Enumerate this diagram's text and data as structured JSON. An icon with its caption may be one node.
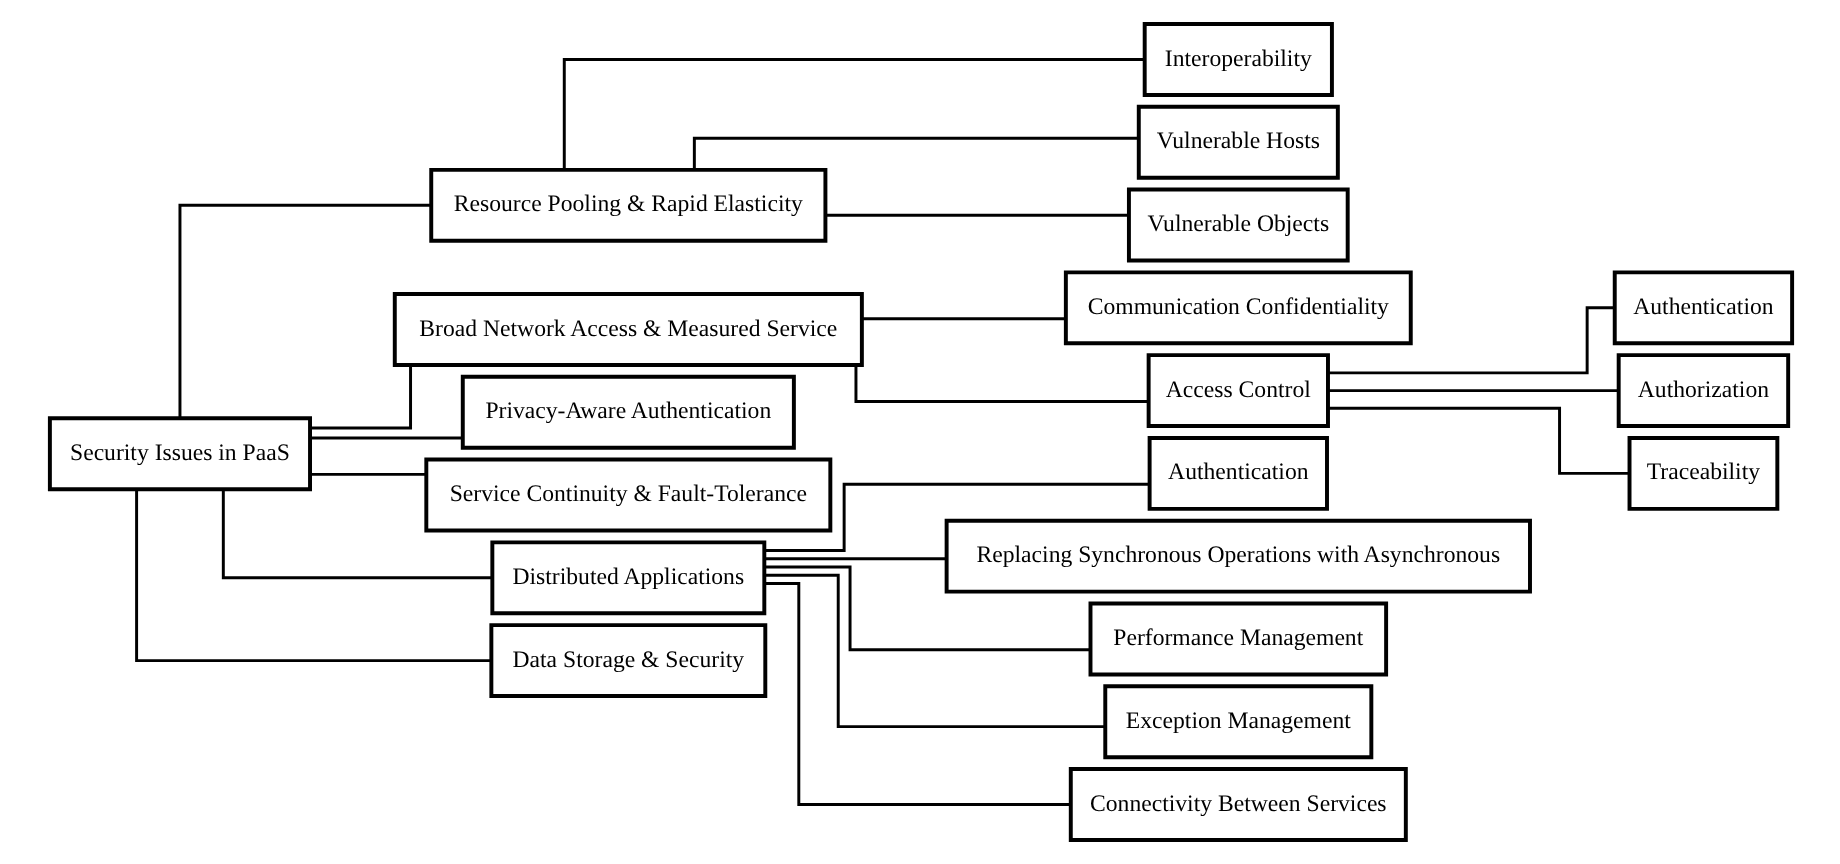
{
  "diagram": {
    "nodes": [
      {
        "text": [
          "Security Issues in PaaS"
        ]
      },
      {
        "text": [
          "Resource Pooling & Rapid Elasticity"
        ]
      },
      {
        "text": [
          "Broad Network Access & Measured Service"
        ]
      },
      {
        "text": [
          "Privacy-Aware Authentication"
        ]
      },
      {
        "text": [
          "Service Continuity & Fault-Tolerance"
        ]
      },
      {
        "text": [
          "Distributed Applications"
        ]
      },
      {
        "text": [
          "Data Storage & Security"
        ]
      },
      {
        "text": [
          "Interoperability"
        ]
      },
      {
        "text": [
          "Vulnerable Hosts"
        ]
      },
      {
        "text": [
          "Vulnerable Objects"
        ]
      },
      {
        "text": [
          "Communication Confidentiality"
        ]
      },
      {
        "text": [
          "Access Control"
        ]
      },
      {
        "text": [
          "Authentication"
        ]
      },
      {
        "text": [
          "Authorization"
        ]
      },
      {
        "text": [
          "Traceability"
        ]
      },
      {
        "text": [
          "Authentication"
        ]
      },
      {
        "text": [
          "Replacing Synchronous Operations with Asynchronous"
        ]
      },
      {
        "text": [
          "Performance Management"
        ]
      },
      {
        "text": [
          "Exception Management"
        ]
      },
      {
        "text": [
          "Connectivity Between Services"
        ]
      }
    ],
    "edges": [
      {
        "from": 0,
        "to": 1,
        "arrow": "none"
      },
      {
        "from": 0,
        "to": 2,
        "arrow": "none"
      },
      {
        "from": 0,
        "to": 3,
        "arrow": "none"
      },
      {
        "from": 0,
        "to": 4,
        "arrow": "none"
      },
      {
        "from": 0,
        "to": 5,
        "arrow": "none"
      },
      {
        "from": 0,
        "to": 6,
        "arrow": "none"
      },
      {
        "from": 1,
        "to": 7,
        "arrow": "none"
      },
      {
        "from": 1,
        "to": 8,
        "arrow": "none"
      },
      {
        "from": 1,
        "to": 9,
        "arrow": "none"
      },
      {
        "from": 2,
        "to": 10,
        "arrow": "none"
      },
      {
        "from": 2,
        "to": 11,
        "arrow": "none"
      },
      {
        "from": 11,
        "to": 12,
        "arrow": "none"
      },
      {
        "from": 11,
        "to": 13,
        "arrow": "none"
      },
      {
        "from": 11,
        "to": 14,
        "arrow": "none"
      },
      {
        "from": 5,
        "to": 15,
        "arrow": "none"
      },
      {
        "from": 5,
        "to": 16,
        "arrow": "none"
      },
      {
        "from": 5,
        "to": 17,
        "arrow": "none"
      },
      {
        "from": 5,
        "to": 18,
        "arrow": "none"
      },
      {
        "from": 5,
        "to": 19,
        "arrow": "none"
      }
    ]
  }
}
